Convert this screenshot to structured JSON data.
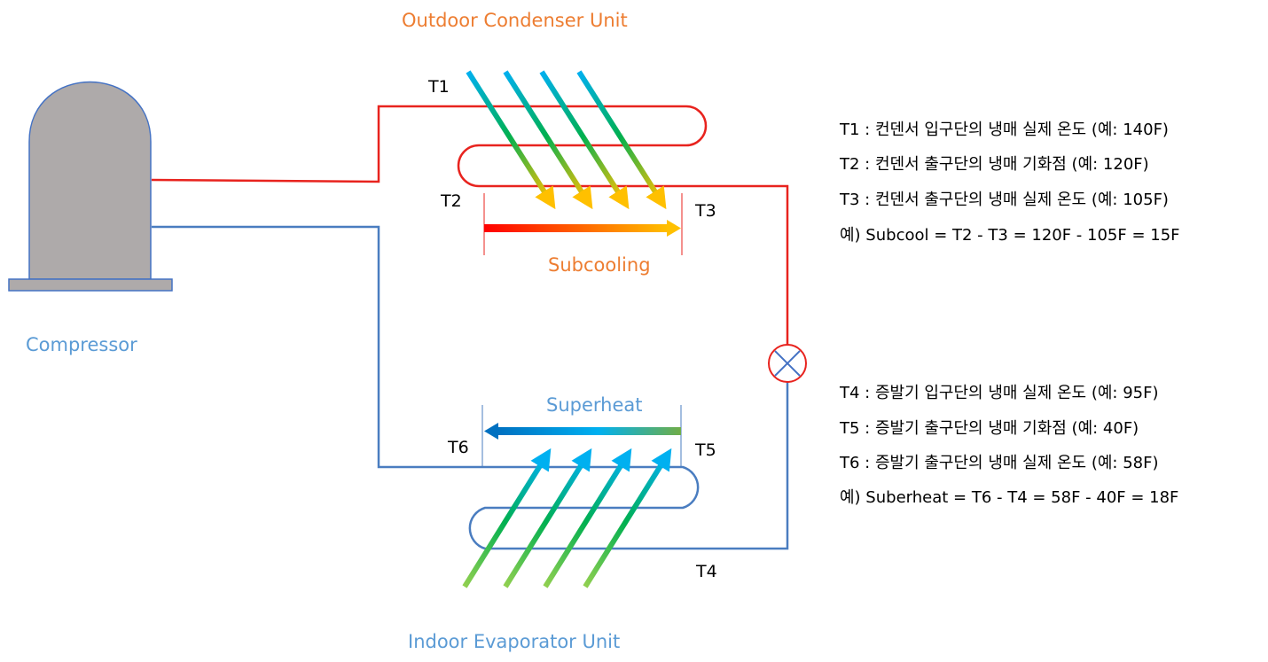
{
  "titles": {
    "condenser": "Outdoor Condenser Unit",
    "evaporator": "Indoor Evaporator Unit",
    "compressor": "Compressor",
    "subcooling": "Subcooling",
    "superheat": "Superheat"
  },
  "points": {
    "t1": "T1",
    "t2": "T2",
    "t3": "T3",
    "t4": "T4",
    "t5": "T5",
    "t6": "T6"
  },
  "notes_condenser": [
    "T1 : 컨덴서 입구단의 냉매 실제 온도 (예: 140F)",
    "T2 : 컨덴서 출구단의 냉매 기화점 (예: 120F)",
    "T3 : 컨덴서 출구단의 냉매 실제 온도 (예: 105F)",
    "예) Subcool = T2 - T3 = 120F - 105F = 15F"
  ],
  "notes_evaporator": [
    "T4 : 증발기 입구단의 냉매 실제 온도 (예: 95F)",
    "T5 : 증발기 출구단의 냉매 기화점 (예: 40F)",
    "T6 : 증발기 출구단의 냉매 실제 온도 (예: 58F)",
    "예) Suberheat = T6 - T4 = 58F - 40F = 18F"
  ],
  "colors": {
    "hot_line": "#E8231E",
    "cold_line": "#4A7DC0",
    "compressor_fill": "#AEAAAA",
    "compressor_stroke": "#4472C4",
    "title_orange": "#ED7D31",
    "title_blue": "#5B9BD5"
  },
  "icons": {
    "expansion_valve": "circle-x-icon"
  }
}
